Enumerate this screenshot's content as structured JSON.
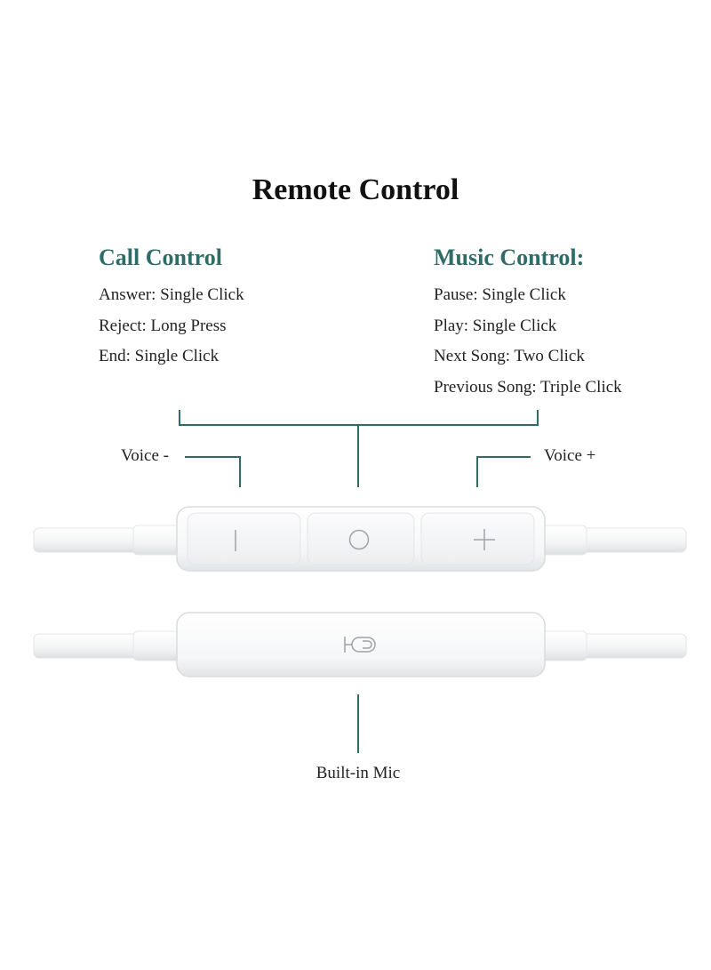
{
  "title": "Remote Control",
  "call_control": {
    "heading": "Call Control",
    "items": [
      "Answer: Single Click",
      "Reject: Long Press",
      "End: Single Click"
    ]
  },
  "music_control": {
    "heading": "Music Control:",
    "items": [
      "Pause: Single Click",
      "Play: Single Click",
      "Next Song: Two Click",
      "Previous Song: Triple Click"
    ]
  },
  "callouts": {
    "voice_down": "Voice -",
    "voice_up": "Voice +",
    "mic": "Built-in Mic"
  },
  "colors": {
    "accent": "#2f6b67",
    "text": "#222222",
    "device": "#f2f4f5"
  }
}
